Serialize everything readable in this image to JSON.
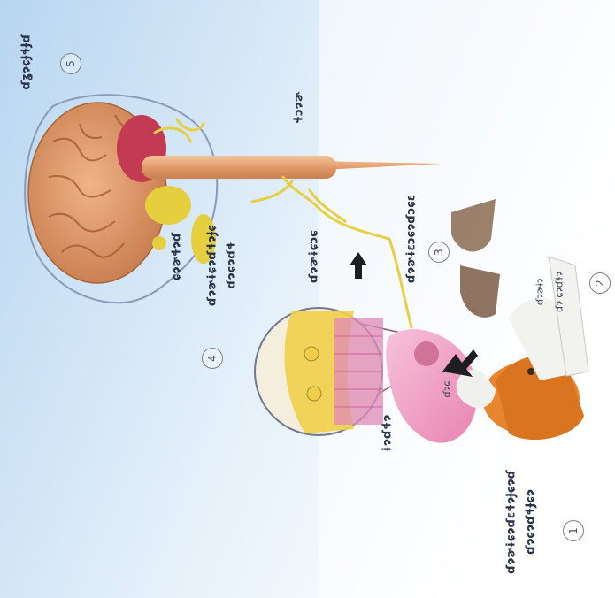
{
  "labels": {
    "brain": "ɗʓɂɕɈɬɈɗ",
    "spinal_cord": "ɬɔɂɚ",
    "motor_neuron": "ɗɂɚɨɛɔɕɂɗɔɕɛ",
    "sensory_neuron": "ɗɂɚɨɕɔɕ",
    "muscle": "ɨɂɗɬɂ",
    "receptor_line1": "ɗɂɚɨɕɂɗɛɬɂɈɕɂɗ",
    "receptor_line2": "ɗɂɕɂɗɬɈɕɂ",
    "interneuron_line1": "ɗɂɚɨɕɂɗɬɂɈɕ",
    "interneuron_line2": "ɗɂɕɂɗɬ",
    "ganglion": "ɕɂɚɬɂɗ",
    "stimulus_line1": "ɗɂɚɨɂ",
    "stimulus_line2": "ɗɂ ɕɂɗɬɂ",
    "muscle_small": "ɗɂɕ"
  },
  "steps": [
    "1",
    "2",
    "3",
    "4",
    "5"
  ],
  "colors": {
    "sky_top": "#c4dcf2",
    "sky_bottom": "#ffffff",
    "brain": "#e3a171",
    "cerebellum": "#c23650",
    "spinal_cord": "#e2a47a",
    "nerve": "#e6cf45",
    "muscle": "#f2a7c8",
    "dog": "#e8862f"
  }
}
